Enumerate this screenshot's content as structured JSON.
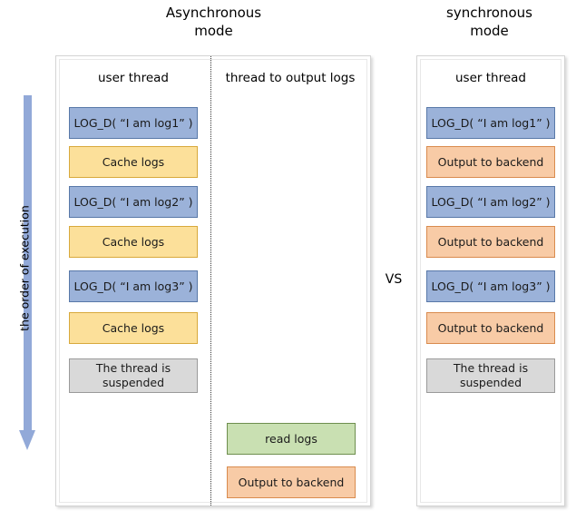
{
  "titles": {
    "async": "Asynchronous\nmode",
    "sync": "synchronous\nmode"
  },
  "vs_label": "VS",
  "order_arrow": {
    "label": "the order of execution",
    "direction": "down",
    "color": "#92A9D8"
  },
  "async_panel": {
    "columns": [
      {
        "header": "user thread",
        "nodes": [
          {
            "label": "LOG_D( “I am log1” )",
            "color": "blue"
          },
          {
            "label": "Cache logs",
            "color": "yellow"
          },
          {
            "label": "LOG_D( “I am log2” )",
            "color": "blue"
          },
          {
            "label": "Cache logs",
            "color": "yellow"
          },
          {
            "label": "LOG_D( “I am log3” )",
            "color": "blue"
          },
          {
            "label": "Cache logs",
            "color": "yellow"
          },
          {
            "label": "The thread is\nsuspended",
            "color": "grey"
          }
        ]
      },
      {
        "header": "thread to output logs",
        "nodes": [
          {
            "label": "read logs",
            "color": "green"
          },
          {
            "label": "Output to backend",
            "color": "orange"
          }
        ]
      }
    ]
  },
  "sync_panel": {
    "columns": [
      {
        "header": "user thread",
        "nodes": [
          {
            "label": "LOG_D( “I am log1” )",
            "color": "blue"
          },
          {
            "label": "Output to backend",
            "color": "orange"
          },
          {
            "label": "LOG_D( “I am log2” )",
            "color": "blue"
          },
          {
            "label": "Output to backend",
            "color": "orange"
          },
          {
            "label": "LOG_D( “I am log3” )",
            "color": "blue"
          },
          {
            "label": "Output to backend",
            "color": "orange"
          },
          {
            "label": "The thread is\nsuspended",
            "color": "grey"
          }
        ]
      }
    ]
  },
  "colors": {
    "blue_fill": "#9BB2D9",
    "blue_border": "#5878A8",
    "yellow_fill": "#FCE09A",
    "yellow_border": "#D8A93C",
    "grey_fill": "#D9D9D9",
    "grey_border": "#9A9A9A",
    "green_fill": "#C9E0B2",
    "green_border": "#6E8E4E",
    "orange_fill": "#F8CBA6",
    "orange_border": "#D98B4E",
    "panel_border": "#D4D4D4",
    "divider": "#3A3A3A"
  }
}
